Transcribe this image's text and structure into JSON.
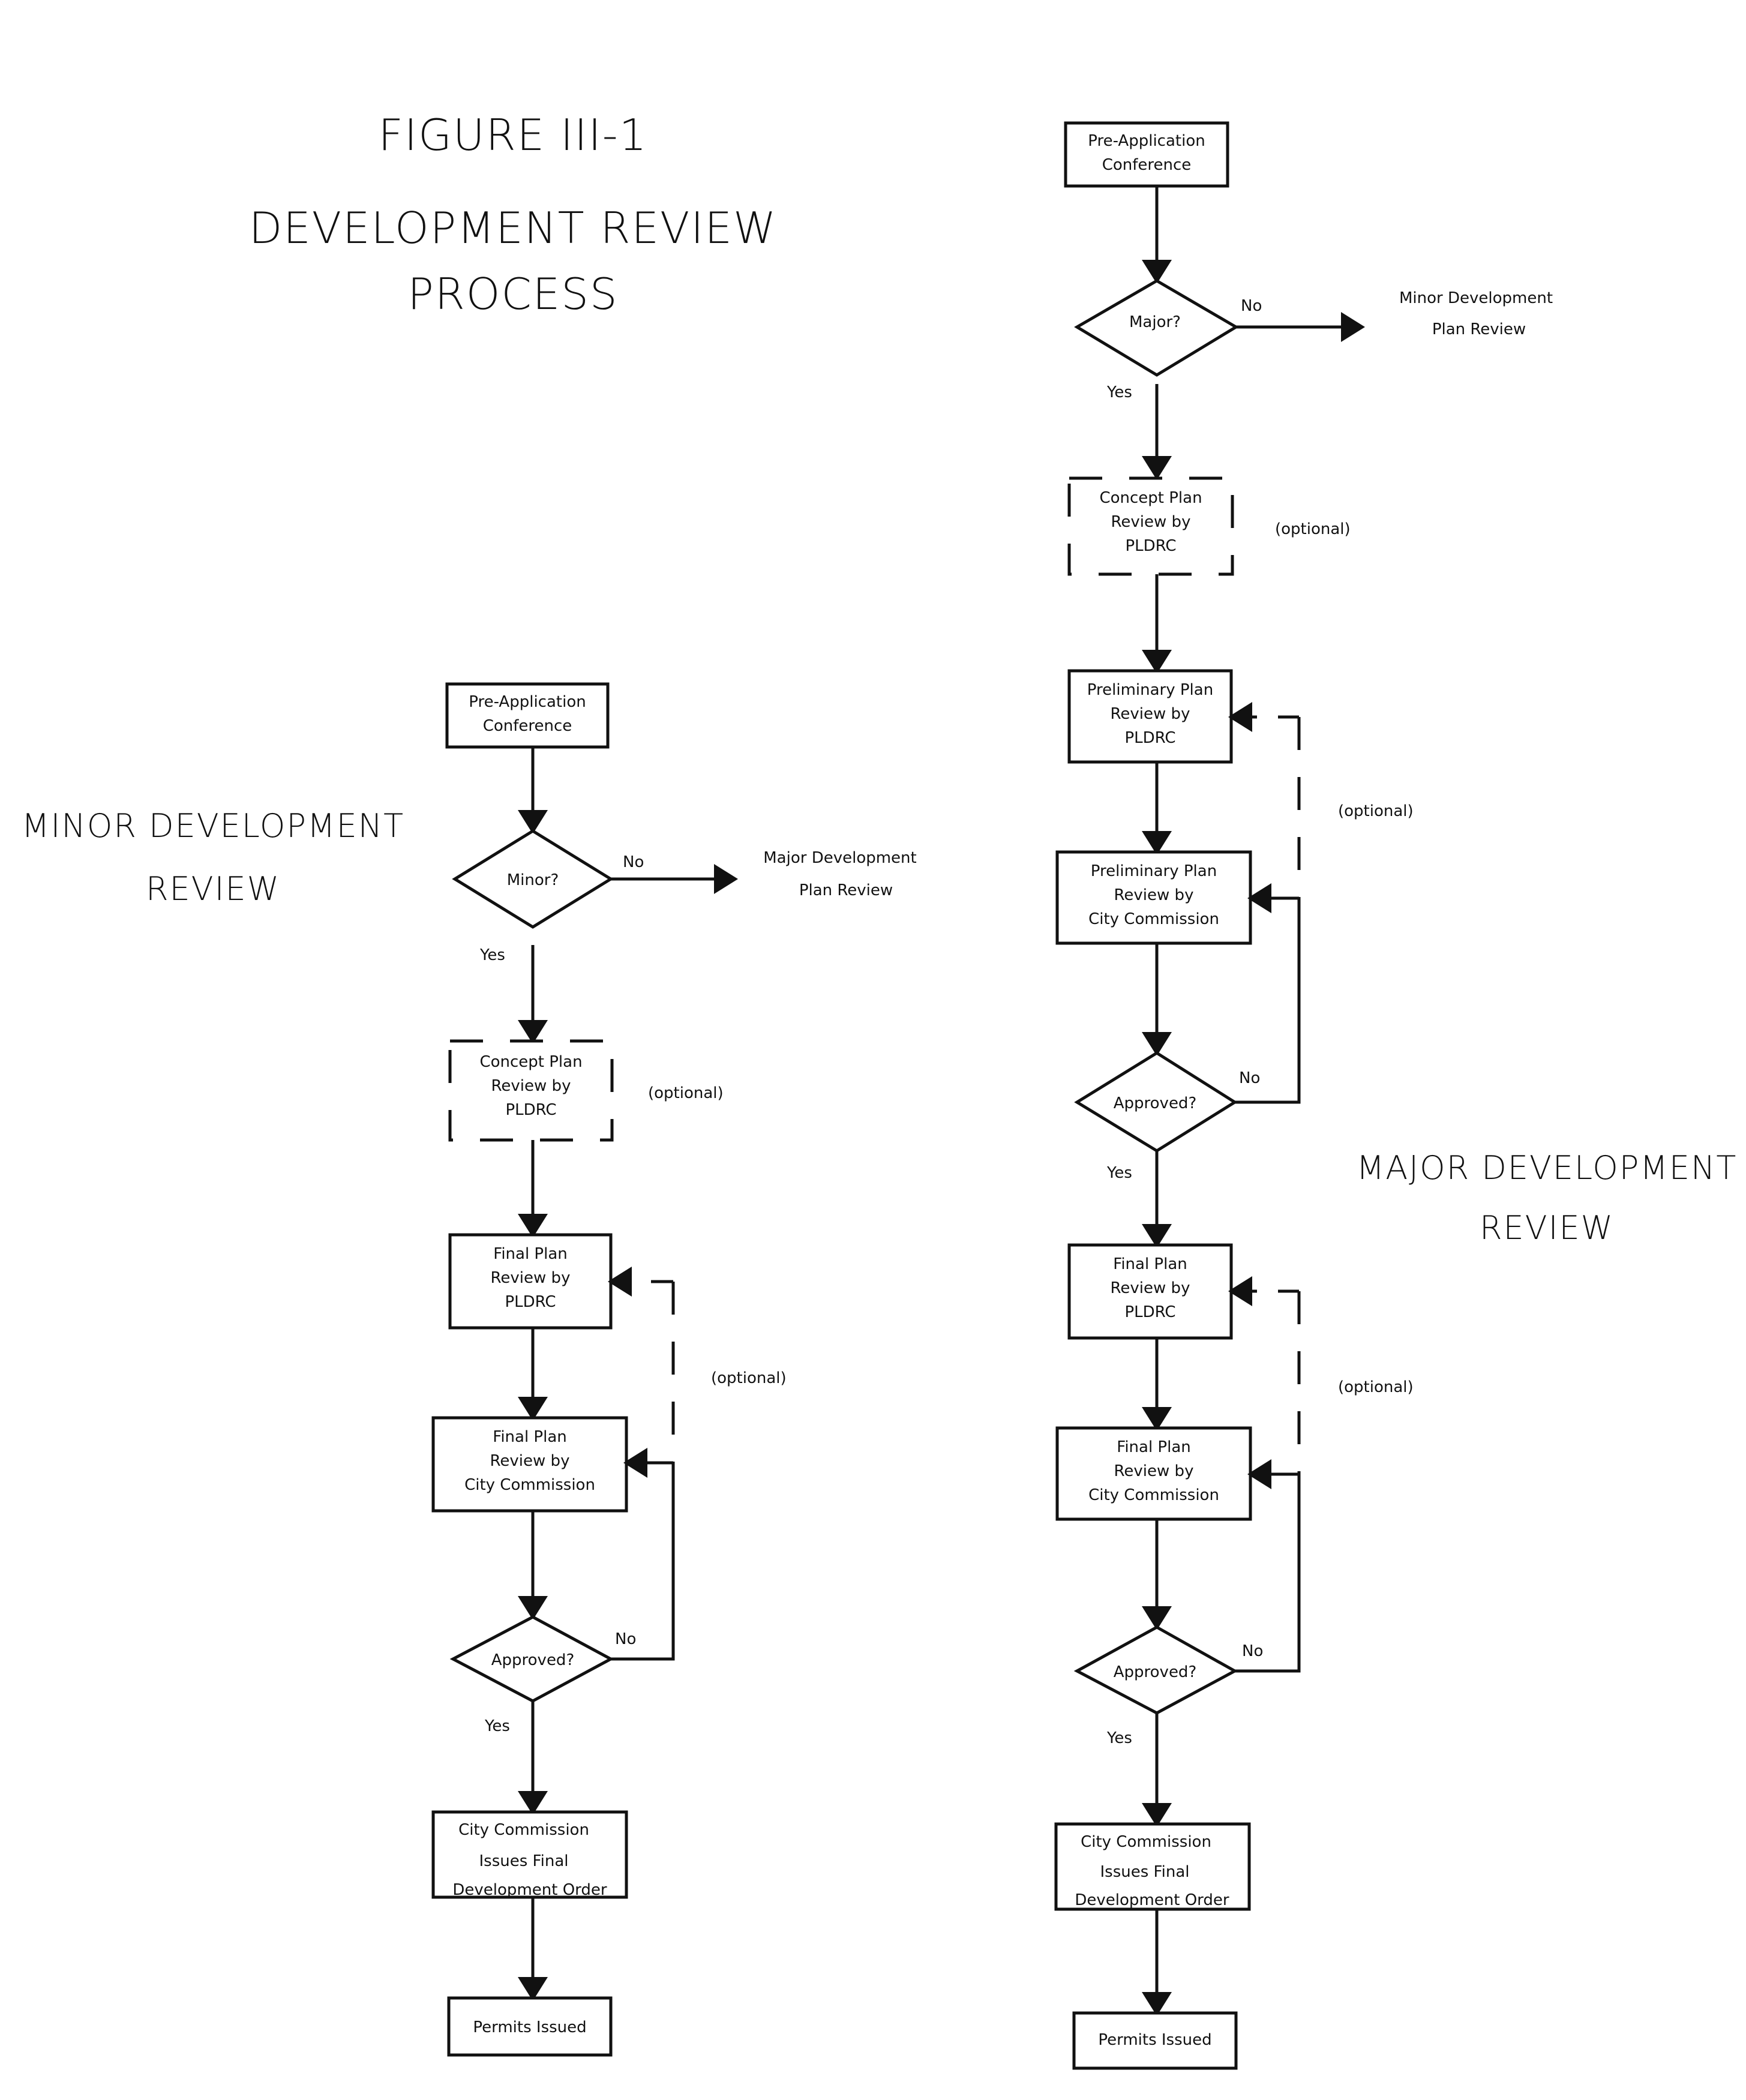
{
  "figure": {
    "number": "FIGURE III-1",
    "title_line1": "DEVELOPMENT REVIEW",
    "title_line2": "PROCESS"
  },
  "minor": {
    "section_label_line1": "MINOR DEVELOPMENT",
    "section_label_line2": "REVIEW",
    "nodes": {
      "pre_app": [
        "Pre-Application",
        "Conference"
      ],
      "decision": [
        "Minor?"
      ],
      "concept": [
        "Concept Plan",
        "Review by",
        "PLDRC"
      ],
      "final_pldrc": [
        "Final Plan",
        "Review by",
        "PLDRC"
      ],
      "final_city": [
        "Final Plan",
        "Review by",
        "City Commission"
      ],
      "approved": [
        "Approved?"
      ],
      "order": [
        "City Commission",
        "Issues Final",
        "Development Order"
      ],
      "permits": [
        "Permits Issued"
      ]
    },
    "branch_no_target": [
      "Major Development",
      "Plan Review"
    ],
    "labels": {
      "yes": "Yes",
      "no": "No",
      "optional_concept": "(optional)",
      "optional_loop": "(optional)",
      "approved_yes": "Yes",
      "approved_no": "No"
    }
  },
  "major": {
    "section_label_line1": "MAJOR DEVELOPMENT",
    "section_label_line2": "REVIEW",
    "nodes": {
      "pre_app": [
        "Pre-Application",
        "Conference"
      ],
      "decision": [
        "Major?"
      ],
      "concept": [
        "Concept Plan",
        "Review by",
        "PLDRC"
      ],
      "prelim_pldrc": [
        "Preliminary Plan",
        "Review by",
        "PLDRC"
      ],
      "prelim_city": [
        "Preliminary Plan",
        "Review by",
        "City Commission"
      ],
      "approved1": [
        "Approved?"
      ],
      "final_pldrc": [
        "Final Plan",
        "Review by",
        "PLDRC"
      ],
      "final_city": [
        "Final Plan",
        "Review by",
        "City Commission"
      ],
      "approved2": [
        "Approved?"
      ],
      "order": [
        "City Commission",
        "Issues Final",
        "Development Order"
      ],
      "permits": [
        "Permits Issued"
      ]
    },
    "branch_no_target": [
      "Minor Development",
      "Plan Review"
    ],
    "labels": {
      "yes": "Yes",
      "no": "No",
      "optional_concept": "(optional)",
      "optional_prelim_loop": "(optional)",
      "approved1_yes": "Yes",
      "approved1_no": "No",
      "optional_final_loop": "(optional)",
      "approved2_yes": "Yes",
      "approved2_no": "No"
    }
  }
}
